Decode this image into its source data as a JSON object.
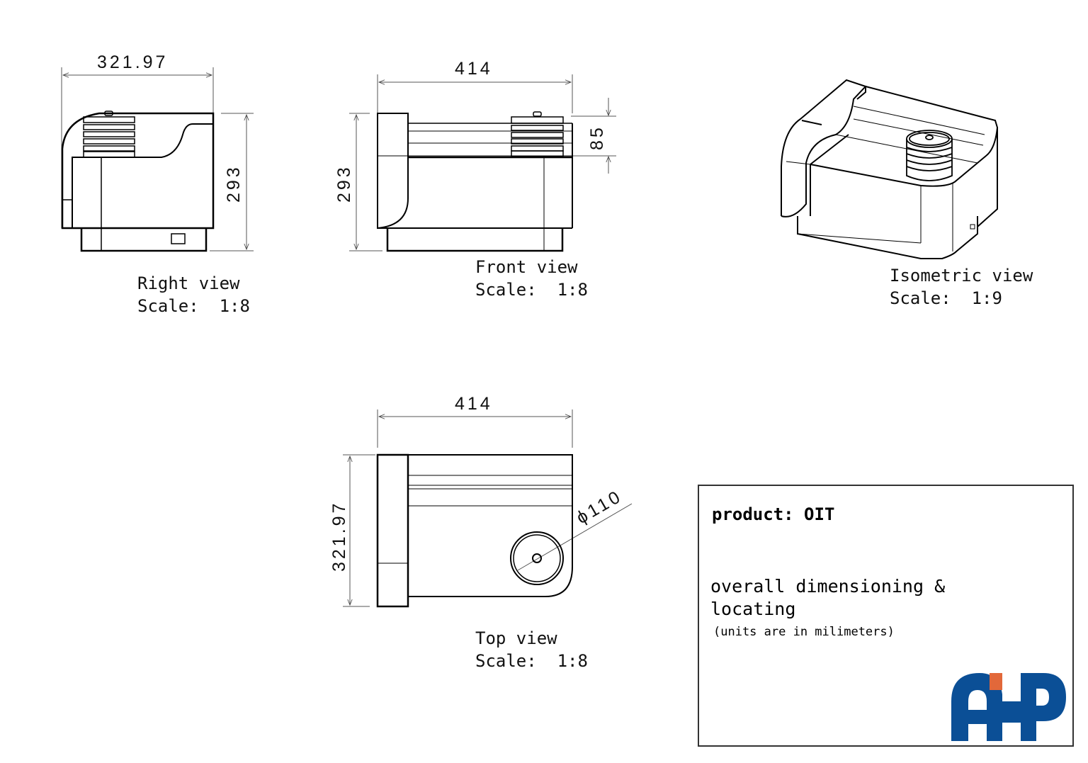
{
  "drawing": {
    "views": [
      {
        "id": "right",
        "name": "Right view",
        "scale_label": "Scale:",
        "scale_value": "1:8",
        "dimensions": {
          "width": "321.97",
          "height": "293"
        }
      },
      {
        "id": "front",
        "name": "Front view",
        "scale_label": "Scale:",
        "scale_value": "1:8",
        "dimensions": {
          "width": "414",
          "height": "293",
          "top_section": "85"
        }
      },
      {
        "id": "isometric",
        "name": "Isometric view",
        "scale_label": "Scale:",
        "scale_value": "1:9"
      },
      {
        "id": "top",
        "name": "Top view",
        "scale_label": "Scale:",
        "scale_value": "1:8",
        "dimensions": {
          "width": "414",
          "height": "321.97",
          "diameter": "ϕ110"
        }
      }
    ]
  },
  "labels": {
    "right": "Right view\nScale:  1:8",
    "front": "Front view\nScale:  1:8",
    "isometric": "Isometric view\nScale:  1:9",
    "top": "Top view\nScale:  1:8"
  },
  "dims": {
    "right_width": "321.97",
    "right_height": "293",
    "front_width": "414",
    "front_height": "293",
    "front_top": "85",
    "top_width": "414",
    "top_height": "321.97",
    "top_diameter": "ϕ110"
  },
  "title_block": {
    "product": "product: OIT",
    "description": "overall dimensioning &\nlocating",
    "units_note": "(units are in milimeters)",
    "logo_text": "AHP",
    "logo_colors": {
      "primary": "#0b4f96",
      "accent": "#e2683a"
    }
  }
}
